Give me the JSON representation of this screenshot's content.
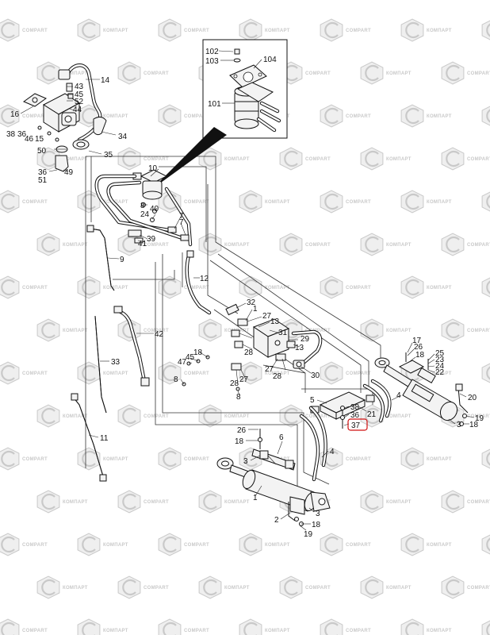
{
  "watermark": {
    "text_a": "КОМПАРТ",
    "text_b": "COMPART",
    "color": "#c9c9c9"
  },
  "highlight_color": "#d01010",
  "highlighted_part": "37",
  "callouts": {
    "c102": "102",
    "c103": "103",
    "c104": "104",
    "c101": "101",
    "c14": "14",
    "c43": "43",
    "c45": "45",
    "c52": "52",
    "c16": "16",
    "c44": "44",
    "c38": "38",
    "c36a": "36",
    "c46": "46",
    "c15": "15",
    "c34": "34",
    "c50": "50",
    "c35": "35",
    "c36b": "36",
    "c51": "51",
    "c49": "49",
    "c10": "10",
    "c8a": "8",
    "c40": "40",
    "c24a": "24",
    "c7a": "7",
    "c7b": "7",
    "c41": "41",
    "c39": "39",
    "c9": "9",
    "c12": "12",
    "c32": "32",
    "c1a": "1",
    "c27a": "27",
    "c13a": "13",
    "c42": "42",
    "c31": "31",
    "c29": "29",
    "c18a": "18",
    "c45b": "45",
    "c47": "47",
    "c28a": "28",
    "c13b": "13",
    "c33": "33",
    "c27b": "27",
    "c28b": "28",
    "c30": "30",
    "c8b": "8",
    "c28c": "28",
    "c27c": "27",
    "c8c": "8",
    "c17": "17",
    "c26a": "26",
    "c18b": "18",
    "c25": "25",
    "c23": "23",
    "c24b": "24",
    "c22": "22",
    "c5": "5",
    "c4a": "4",
    "c20": "20",
    "c38b": "38",
    "c36c": "36",
    "c21": "21",
    "c37": "37",
    "c19a": "19",
    "c18c": "18",
    "c3a": "3",
    "c11": "11",
    "c26b": "26",
    "c18d": "18",
    "c6": "6",
    "c4b": "4",
    "c3b": "3",
    "c1b": "1",
    "c3c": "3",
    "c2": "2",
    "c18e": "18",
    "c19b": "19"
  }
}
